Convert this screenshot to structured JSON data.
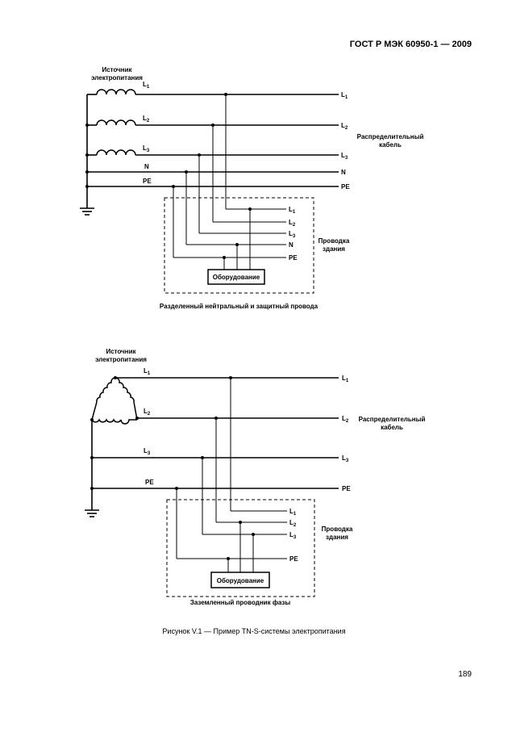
{
  "header": {
    "standard": "ГОСТ Р МЭК 60950-1 — 2009"
  },
  "figure1": {
    "source": [
      "Источник",
      "электропитания"
    ],
    "line_labels": {
      "L1": "L",
      "L2": "L",
      "L3": "L",
      "N": "N",
      "PE": "PE"
    },
    "line_subs": {
      "L1": "1",
      "L2": "2",
      "L3": "3"
    },
    "cable": [
      "Распределительный",
      "кабель"
    ],
    "building": [
      "Проводка",
      "здания"
    ],
    "equipment": "Оборудование",
    "title": "Разделенный нейтральный и защитный провода"
  },
  "figure2": {
    "source": [
      "Источник",
      "электропитания"
    ],
    "line_labels": {
      "L1": "L",
      "L2": "L",
      "L3": "L",
      "PE": "PE"
    },
    "line_subs": {
      "L1": "1",
      "L2": "2",
      "L3": "3"
    },
    "cable": [
      "Распределительный",
      "кабель"
    ],
    "building": [
      "Проводка",
      "здания"
    ],
    "equipment": "Оборудование",
    "title": "Заземленный проводник фазы"
  },
  "caption": "Рисунок V.1 — Пример TN-S-системы электропитания",
  "page_number": "189"
}
